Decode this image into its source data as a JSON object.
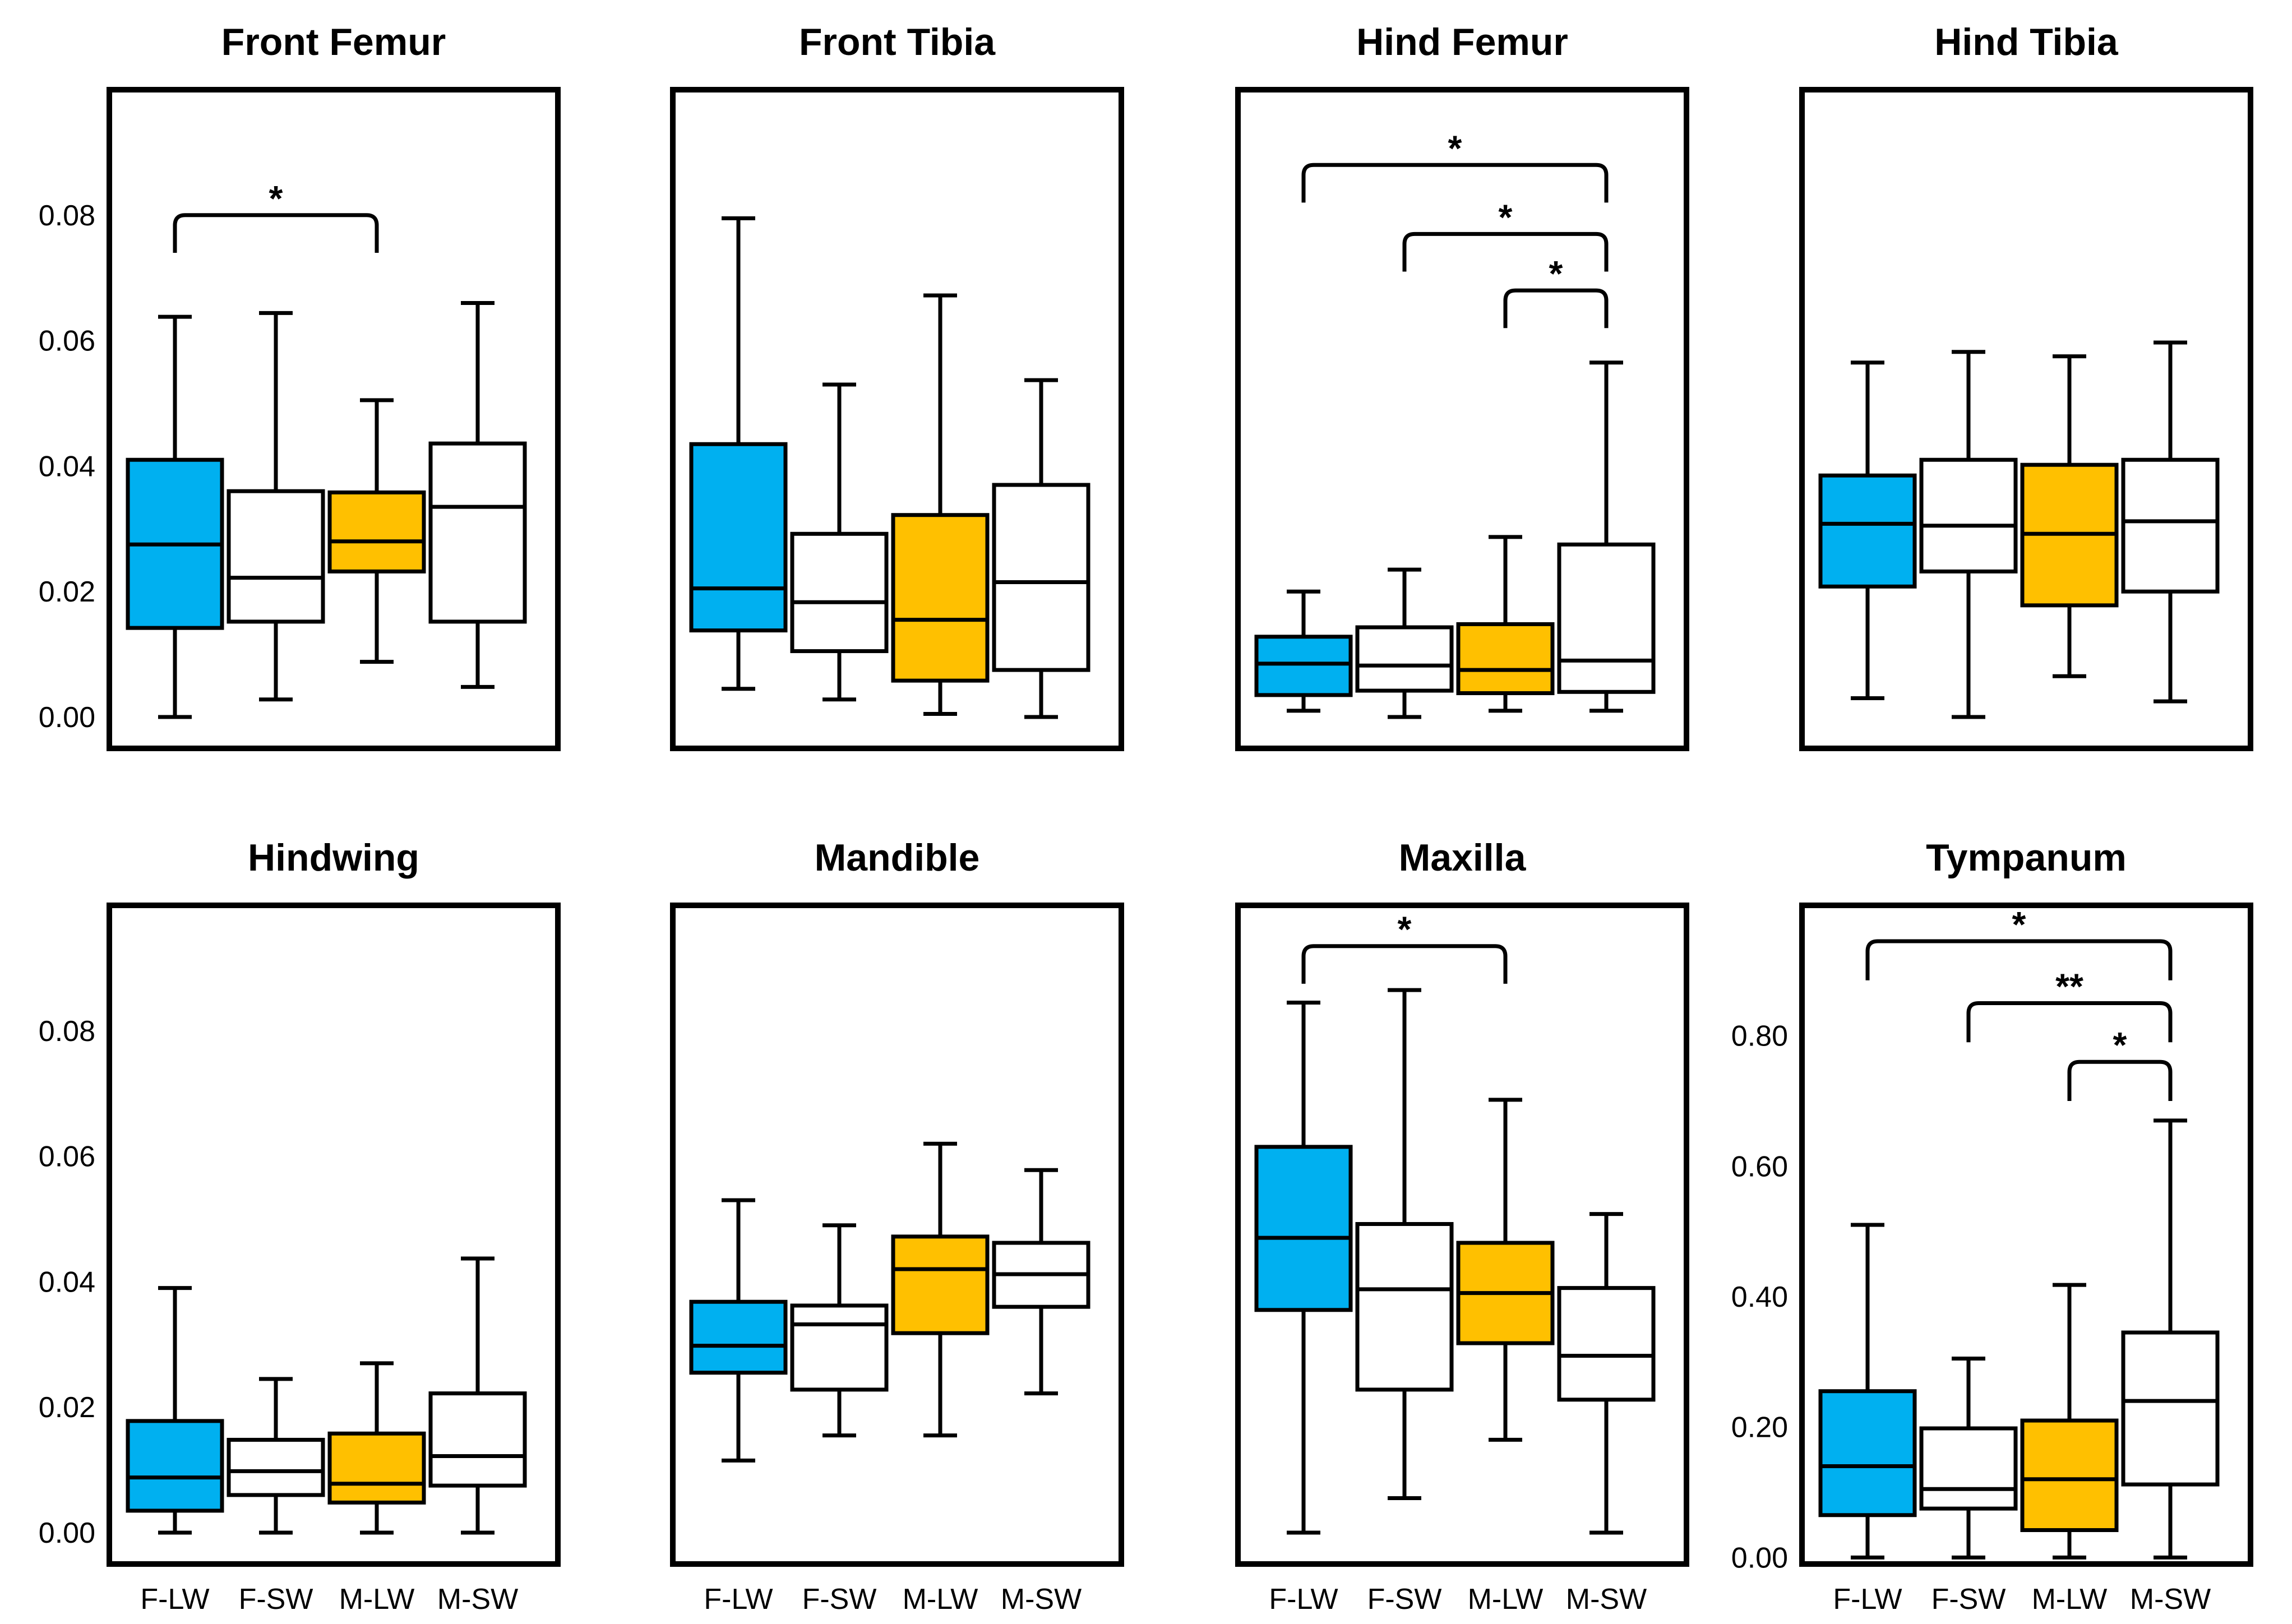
{
  "colors": {
    "F-LW": "#00B0F0",
    "F-SW": "#FFFFFF",
    "M-LW": "#FFC000",
    "M-SW": "#FFFFFF",
    "stroke": "#000000"
  },
  "chart_data": [
    {
      "type": "box",
      "title": "Front Femur",
      "categories": [
        "F-LW",
        "F-SW",
        "M-LW",
        "M-SW"
      ],
      "ylim": [
        -0.005,
        0.1
      ],
      "yticks": [
        "0.00",
        "0.02",
        "0.04",
        "0.06",
        "0.08"
      ],
      "show_yticks": true,
      "show_xticks": false,
      "boxes": [
        {
          "whislo": 0.0,
          "q1": 0.0142,
          "med": 0.0275,
          "q3": 0.041,
          "whishi": 0.0638
        },
        {
          "whislo": 0.0028,
          "q1": 0.0152,
          "med": 0.0222,
          "q3": 0.036,
          "whishi": 0.0644
        },
        {
          "whislo": 0.0088,
          "q1": 0.0232,
          "med": 0.028,
          "q3": 0.0358,
          "whishi": 0.0505
        },
        {
          "whislo": 0.0048,
          "q1": 0.0152,
          "med": 0.0335,
          "q3": 0.0436,
          "whishi": 0.066
        }
      ],
      "brackets": [
        {
          "from": 0,
          "to": 2,
          "top": 0.08,
          "bottom": 0.074,
          "label": "*"
        }
      ]
    },
    {
      "type": "box",
      "title": "Front Tibia",
      "categories": [
        "F-LW",
        "F-SW",
        "M-LW",
        "M-SW"
      ],
      "ylim": [
        -0.005,
        0.1
      ],
      "yticks": [],
      "show_yticks": false,
      "show_xticks": false,
      "boxes": [
        {
          "whislo": 0.0045,
          "q1": 0.0138,
          "med": 0.0205,
          "q3": 0.0435,
          "whishi": 0.0795
        },
        {
          "whislo": 0.0028,
          "q1": 0.0105,
          "med": 0.0183,
          "q3": 0.0292,
          "whishi": 0.053
        },
        {
          "whislo": 0.0005,
          "q1": 0.0058,
          "med": 0.0155,
          "q3": 0.0322,
          "whishi": 0.0672
        },
        {
          "whislo": 0.0,
          "q1": 0.0075,
          "med": 0.0215,
          "q3": 0.037,
          "whishi": 0.0537
        }
      ],
      "brackets": []
    },
    {
      "type": "box",
      "title": "Hind Femur",
      "categories": [
        "F-LW",
        "F-SW",
        "M-LW",
        "M-SW"
      ],
      "ylim": [
        -0.005,
        0.1
      ],
      "yticks": [],
      "show_yticks": false,
      "show_xticks": false,
      "boxes": [
        {
          "whislo": 0.001,
          "q1": 0.0035,
          "med": 0.0085,
          "q3": 0.0128,
          "whishi": 0.02
        },
        {
          "whislo": 0.0,
          "q1": 0.0042,
          "med": 0.0082,
          "q3": 0.0143,
          "whishi": 0.0235
        },
        {
          "whislo": 0.001,
          "q1": 0.0038,
          "med": 0.0075,
          "q3": 0.0148,
          "whishi": 0.0287
        },
        {
          "whislo": 0.001,
          "q1": 0.004,
          "med": 0.009,
          "q3": 0.0275,
          "whishi": 0.0565
        }
      ],
      "brackets": [
        {
          "from": 0,
          "to": 3,
          "top": 0.088,
          "bottom": 0.082,
          "label": "*"
        },
        {
          "from": 1,
          "to": 3,
          "top": 0.077,
          "bottom": 0.071,
          "label": "*"
        },
        {
          "from": 2,
          "to": 3,
          "top": 0.068,
          "bottom": 0.062,
          "label": "*"
        }
      ]
    },
    {
      "type": "box",
      "title": "Hind Tibia",
      "categories": [
        "F-LW",
        "F-SW",
        "M-LW",
        "M-SW"
      ],
      "ylim": [
        -0.005,
        0.1
      ],
      "yticks": [],
      "show_yticks": false,
      "show_xticks": false,
      "boxes": [
        {
          "whislo": 0.003,
          "q1": 0.0208,
          "med": 0.0308,
          "q3": 0.0385,
          "whishi": 0.0565
        },
        {
          "whislo": 0.0,
          "q1": 0.0232,
          "med": 0.0305,
          "q3": 0.041,
          "whishi": 0.0582
        },
        {
          "whislo": 0.0065,
          "q1": 0.0178,
          "med": 0.0292,
          "q3": 0.0402,
          "whishi": 0.0575
        },
        {
          "whislo": 0.0025,
          "q1": 0.02,
          "med": 0.0312,
          "q3": 0.041,
          "whishi": 0.0597
        }
      ],
      "brackets": []
    },
    {
      "type": "box",
      "title": "Hindwing",
      "categories": [
        "F-LW",
        "F-SW",
        "M-LW",
        "M-SW"
      ],
      "ylim": [
        -0.005,
        0.1
      ],
      "yticks": [
        "0.00",
        "0.02",
        "0.04",
        "0.06",
        "0.08"
      ],
      "show_yticks": true,
      "show_xticks": true,
      "boxes": [
        {
          "whislo": 0.0,
          "q1": 0.0035,
          "med": 0.0088,
          "q3": 0.0178,
          "whishi": 0.039
        },
        {
          "whislo": 0.0,
          "q1": 0.006,
          "med": 0.0098,
          "q3": 0.0148,
          "whishi": 0.0245
        },
        {
          "whislo": 0.0,
          "q1": 0.0048,
          "med": 0.0078,
          "q3": 0.0158,
          "whishi": 0.027
        },
        {
          "whislo": 0.0,
          "q1": 0.0075,
          "med": 0.0122,
          "q3": 0.0222,
          "whishi": 0.0437
        }
      ],
      "brackets": []
    },
    {
      "type": "box",
      "title": "Mandible",
      "categories": [
        "F-LW",
        "F-SW",
        "M-LW",
        "M-SW"
      ],
      "ylim": [
        -0.005,
        0.1
      ],
      "yticks": [],
      "show_yticks": false,
      "show_xticks": true,
      "boxes": [
        {
          "whislo": 0.0115,
          "q1": 0.0255,
          "med": 0.0298,
          "q3": 0.0368,
          "whishi": 0.053
        },
        {
          "whislo": 0.0155,
          "q1": 0.0228,
          "med": 0.0332,
          "q3": 0.0362,
          "whishi": 0.049
        },
        {
          "whislo": 0.0155,
          "q1": 0.0318,
          "med": 0.042,
          "q3": 0.0472,
          "whishi": 0.062
        },
        {
          "whislo": 0.0222,
          "q1": 0.036,
          "med": 0.0412,
          "q3": 0.0462,
          "whishi": 0.0578
        }
      ],
      "brackets": []
    },
    {
      "type": "box",
      "title": "Maxilla",
      "categories": [
        "F-LW",
        "F-SW",
        "M-LW",
        "M-SW"
      ],
      "ylim": [
        -0.005,
        0.1
      ],
      "yticks": [],
      "show_yticks": false,
      "show_xticks": true,
      "boxes": [
        {
          "whislo": 0.0,
          "q1": 0.0355,
          "med": 0.047,
          "q3": 0.0615,
          "whishi": 0.0845
        },
        {
          "whislo": 0.0055,
          "q1": 0.0228,
          "med": 0.0388,
          "q3": 0.0492,
          "whishi": 0.0865
        },
        {
          "whislo": 0.0148,
          "q1": 0.0302,
          "med": 0.0382,
          "q3": 0.0462,
          "whishi": 0.069
        },
        {
          "whislo": 0.0,
          "q1": 0.0212,
          "med": 0.0282,
          "q3": 0.039,
          "whishi": 0.0508
        }
      ],
      "brackets": [
        {
          "from": 0,
          "to": 2,
          "top": 0.0935,
          "bottom": 0.0875,
          "label": "*"
        }
      ]
    },
    {
      "type": "box",
      "title": "Tympanum",
      "categories": [
        "F-LW",
        "F-SW",
        "M-LW",
        "M-SW"
      ],
      "ylim": [
        -0.01,
        1.0
      ],
      "yticks": [
        "0.00",
        "0.20",
        "0.40",
        "0.60",
        "0.80"
      ],
      "show_yticks": true,
      "show_xticks": true,
      "boxes": [
        {
          "whislo": 0.0,
          "q1": 0.065,
          "med": 0.14,
          "q3": 0.255,
          "whishi": 0.51
        },
        {
          "whislo": 0.0,
          "q1": 0.075,
          "med": 0.105,
          "q3": 0.198,
          "whishi": 0.305
        },
        {
          "whislo": 0.0,
          "q1": 0.042,
          "med": 0.12,
          "q3": 0.21,
          "whishi": 0.418
        },
        {
          "whislo": 0.0,
          "q1": 0.112,
          "med": 0.24,
          "q3": 0.345,
          "whishi": 0.67
        }
      ],
      "brackets": [
        {
          "from": 0,
          "to": 3,
          "top": 0.945,
          "bottom": 0.885,
          "label": "*"
        },
        {
          "from": 1,
          "to": 3,
          "top": 0.85,
          "bottom": 0.79,
          "label": "**"
        },
        {
          "from": 2,
          "to": 3,
          "top": 0.76,
          "bottom": 0.7,
          "label": "*"
        }
      ]
    }
  ]
}
